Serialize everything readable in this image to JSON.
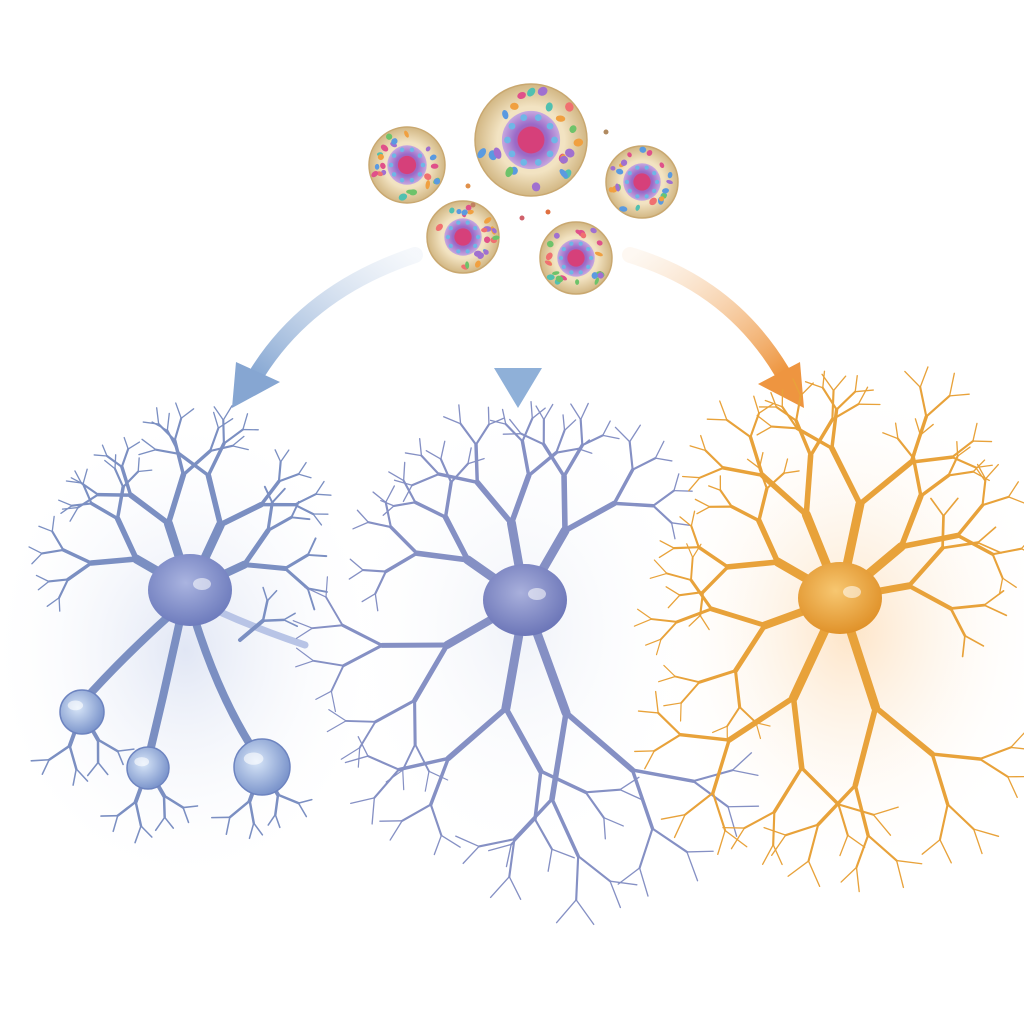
{
  "diagram": {
    "stem_cells": [
      {
        "id": "cell-1"
      },
      {
        "id": "cell-2"
      },
      {
        "id": "cell-3"
      },
      {
        "id": "cell-4"
      },
      {
        "id": "cell-5"
      }
    ],
    "branches": [
      {
        "id": "left",
        "color": "#7b8fc2",
        "arrow_color": "#8fb0d8"
      },
      {
        "id": "center",
        "color": "#8590c4",
        "arrow_color": "#98b6da"
      },
      {
        "id": "right",
        "color": "#e8a23a",
        "arrow_color": "#ee9a3e"
      }
    ],
    "colors": {
      "cell_membrane": "#e8d4a8",
      "cell_inner": "#b89ad8",
      "cell_nucleus": "#d0447c",
      "left_glow": "#e3e8f5",
      "right_glow": "#fde8cf",
      "myelin_bulb": "#a9c4e8"
    }
  }
}
